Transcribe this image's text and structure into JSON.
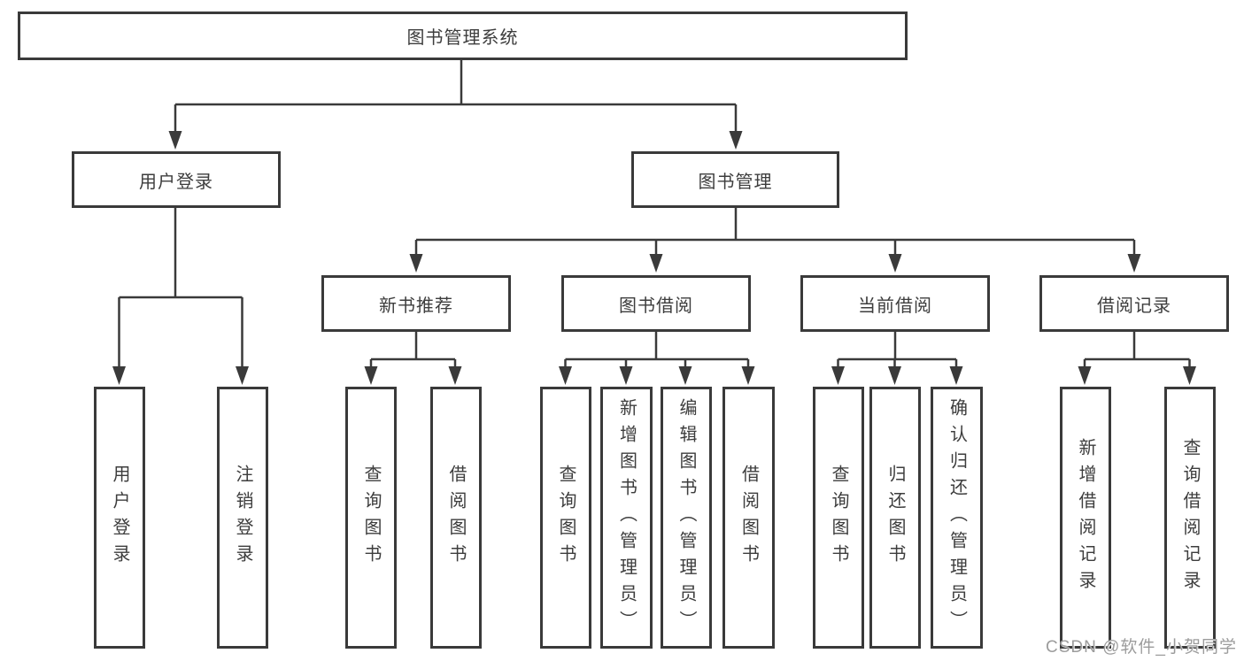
{
  "diagram": {
    "root": {
      "label": "图书管理系统"
    },
    "level2": [
      {
        "label": "用户登录"
      },
      {
        "label": "图书管理"
      }
    ],
    "level3": [
      {
        "label": "新书推荐",
        "parent": "图书管理"
      },
      {
        "label": "图书借阅",
        "parent": "图书管理"
      },
      {
        "label": "当前借阅",
        "parent": "图书管理"
      },
      {
        "label": "借阅记录",
        "parent": "图书管理"
      }
    ],
    "leaves": [
      {
        "label": "用户登录",
        "parent": "用户登录"
      },
      {
        "label": "注销登录",
        "parent": "用户登录"
      },
      {
        "label": "查询图书",
        "parent": "新书推荐"
      },
      {
        "label": "借阅图书",
        "parent": "新书推荐"
      },
      {
        "label": "查询图书",
        "parent": "图书借阅"
      },
      {
        "label": "新增图书（管理员）",
        "parent": "图书借阅"
      },
      {
        "label": "编辑图书（管理员）",
        "parent": "图书借阅"
      },
      {
        "label": "借阅图书",
        "parent": "图书借阅"
      },
      {
        "label": "查询图书",
        "parent": "当前借阅"
      },
      {
        "label": "归还图书",
        "parent": "当前借阅"
      },
      {
        "label": "确认归还（管理员）",
        "parent": "当前借阅"
      },
      {
        "label": "新增借阅记录",
        "parent": "借阅记录"
      },
      {
        "label": "查询借阅记录",
        "parent": "借阅记录"
      }
    ]
  },
  "watermark": {
    "text": "CSDN @软件_小贺同学"
  },
  "colors": {
    "line": "#3a3a3a",
    "text": "#3d3d3d",
    "background": "#ffffff",
    "watermark": "#9c9c9c"
  }
}
